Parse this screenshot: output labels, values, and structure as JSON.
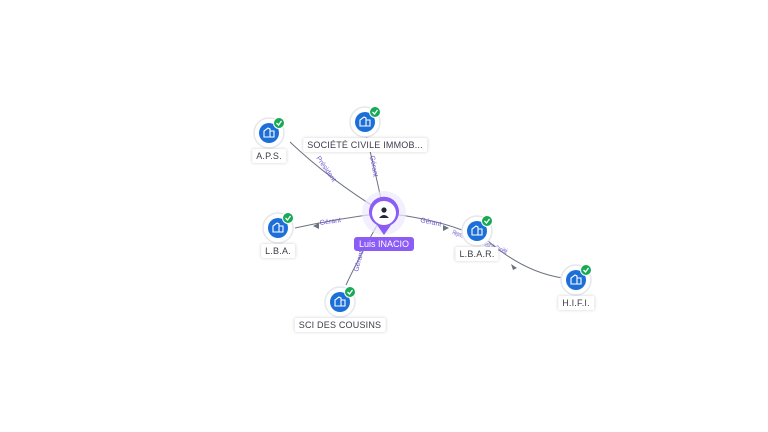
{
  "center": {
    "name": "Luis INACIO"
  },
  "companies": [
    {
      "id": "aps",
      "name": "A.P.S."
    },
    {
      "id": "societe",
      "name": "SOCIÉTÉ CIVILE IMMOB..."
    },
    {
      "id": "lba",
      "name": "L.B.A."
    },
    {
      "id": "lbar",
      "name": "L.B.A.R."
    },
    {
      "id": "sci",
      "name": "SCI DES COUSINS"
    },
    {
      "id": "hifi",
      "name": "H.I.F.I."
    }
  ],
  "relations": [
    {
      "label": "Président"
    },
    {
      "label": "Gérant"
    },
    {
      "label": "Gérant"
    },
    {
      "label": "Gérant"
    },
    {
      "label": "Gérant"
    },
    {
      "label": "Représentant Permanent de Société"
    }
  ],
  "colors": {
    "accent": "#8b5cf6",
    "company": "#1d6fd8",
    "check": "#18a957",
    "edge": "#6b7280",
    "edgeLabel": "#6d5bd0"
  }
}
